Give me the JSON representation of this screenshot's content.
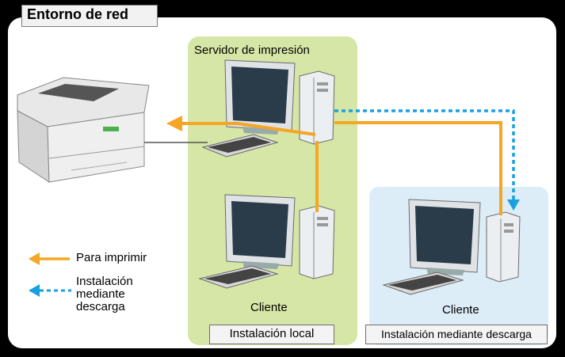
{
  "title": "Entorno de red",
  "server_label": "Servidor de impresión",
  "client_label_local": "Cliente",
  "client_label_download": "Cliente",
  "zone_local_label": "Instalación local",
  "zone_download_label": "Instalación mediante descarga",
  "legend": {
    "print_label": "Para imprimir",
    "download_label": "Instalación mediante descarga"
  },
  "colors": {
    "print_arrow": "#f5a623",
    "download_arrow": "#1aa0e0",
    "local_zone": "#d6e6a6",
    "download_zone": "#dcedf8"
  }
}
